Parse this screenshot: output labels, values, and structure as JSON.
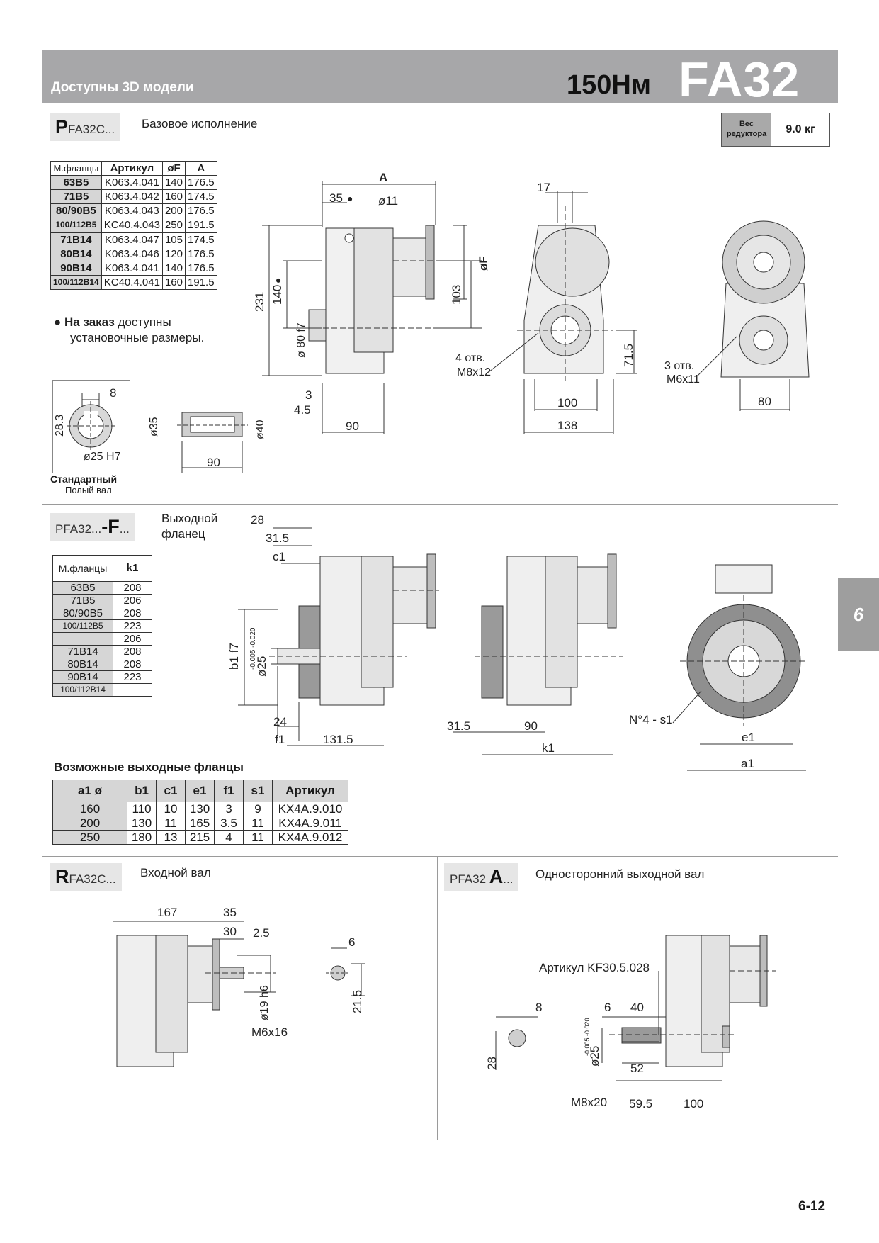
{
  "header": {
    "left_text": "Доступны 3D модели",
    "torque": "150Нм",
    "model": "FA32"
  },
  "weight": {
    "label": "Вес редуктора",
    "value": "9.0 кг"
  },
  "base": {
    "tag_letter": "P",
    "tag_rest": "FA32C...",
    "title": "Базовое исполнение",
    "table": {
      "headers": [
        "М.фланцы",
        "Артикул",
        "øF",
        "A"
      ],
      "rows": [
        [
          "63B5",
          "K063.4.041",
          "140",
          "176.5"
        ],
        [
          "71B5",
          "K063.4.042",
          "160",
          "174.5"
        ],
        [
          "80/90B5",
          "K063.4.043",
          "200",
          "176.5"
        ],
        [
          "100/112B5",
          "KC40.4.043",
          "250",
          "191.5"
        ],
        [
          "",
          "",
          "",
          ""
        ],
        [
          "71B14",
          "K063.4.047",
          "105",
          "174.5"
        ],
        [
          "80B14",
          "K063.4.046",
          "120",
          "176.5"
        ],
        [
          "90B14",
          "K063.4.041",
          "140",
          "176.5"
        ],
        [
          "100/112B14",
          "KC40.4.041",
          "160",
          "191.5"
        ]
      ]
    },
    "note_bold": "На заказ",
    "note_rest": " доступны",
    "note_line2": "установочные размеры.",
    "shaft_caption_1": "Стандартный",
    "shaft_caption_2": "Полый вал",
    "dims": {
      "A": "A",
      "d35": "35",
      "o11": "ø11",
      "d231": "231",
      "d140": "140",
      "d80": "ø 80 f7",
      "oF": "øF",
      "d103": "103",
      "d3": "3",
      "d45": "4.5",
      "d90": "90",
      "d17": "17",
      "holes4": "4 отв.",
      "m8": "M8x12",
      "d715": "71.5",
      "d100": "100",
      "d138": "138",
      "holes3": "3 отв.",
      "m6": "M6x11",
      "d80b": "80",
      "d8": "8",
      "d283": "28.3",
      "d25": "ø25 H7",
      "d35s": "ø35",
      "d40s": "ø40",
      "d90s": "90"
    }
  },
  "flange": {
    "tag_pre": "PFA32...",
    "tag_letter": "-F",
    "tag_post": "...",
    "title_1": "Выходной",
    "title_2": "фланец",
    "k_table": {
      "headers": [
        "М.фланцы",
        "k1"
      ],
      "rows": [
        [
          "63B5",
          "208"
        ],
        [
          "71B5",
          "206"
        ],
        [
          "80/90B5",
          "208"
        ],
        [
          "100/112B5",
          "223"
        ],
        [
          "",
          "206"
        ],
        [
          "71B14",
          "208"
        ],
        [
          "80B14",
          "208"
        ],
        [
          "90B14",
          "223"
        ],
        [
          "100/112B14",
          ""
        ]
      ]
    },
    "options_title": "Возможные выходные фланцы",
    "options": {
      "headers": [
        "a1 ø",
        "b1",
        "c1",
        "e1",
        "f1",
        "s1",
        "Артикул"
      ],
      "rows": [
        [
          "160",
          "110",
          "10",
          "130",
          "3",
          "9",
          "KX4A.9.010"
        ],
        [
          "200",
          "130",
          "11",
          "165",
          "3.5",
          "11",
          "KX4A.9.011"
        ],
        [
          "250",
          "180",
          "13",
          "215",
          "4",
          "11",
          "KX4A.9.012"
        ]
      ]
    },
    "dims": {
      "d28": "28",
      "d315": "31.5",
      "c1": "c1",
      "b1": "b1 f7",
      "tol": "-0.005 -0.020",
      "d25": "ø25",
      "d24": "24",
      "f1": "f1",
      "d1315": "131.5",
      "d315b": "31.5",
      "d90": "90",
      "k1": "k1",
      "n4": "N°4 - s1",
      "e1": "e1",
      "a1": "a1"
    }
  },
  "input": {
    "tag_letter": "R",
    "tag_rest": "FA32C...",
    "title": "Входной вал",
    "dims": {
      "d167": "167",
      "d35": "35",
      "d30": "30",
      "d25": "2.5",
      "d19": "ø19 h6",
      "m6": "M6x16",
      "d6": "6",
      "d215": "21.5"
    }
  },
  "single": {
    "tag_pre": "PFA32 ",
    "tag_letter": "A",
    "tag_post": "...",
    "title": "Односторонний выходной вал",
    "dims": {
      "art": "Артикул KF30.5.028",
      "d8": "8",
      "d28": "28",
      "d6": "6",
      "d40": "40",
      "tol": "-0.005 -0.020",
      "d25": "ø25",
      "d52": "52",
      "m8": "M8x20",
      "d595": "59.5",
      "d100": "100"
    }
  },
  "side_tab": "6",
  "page_number": "6-12"
}
